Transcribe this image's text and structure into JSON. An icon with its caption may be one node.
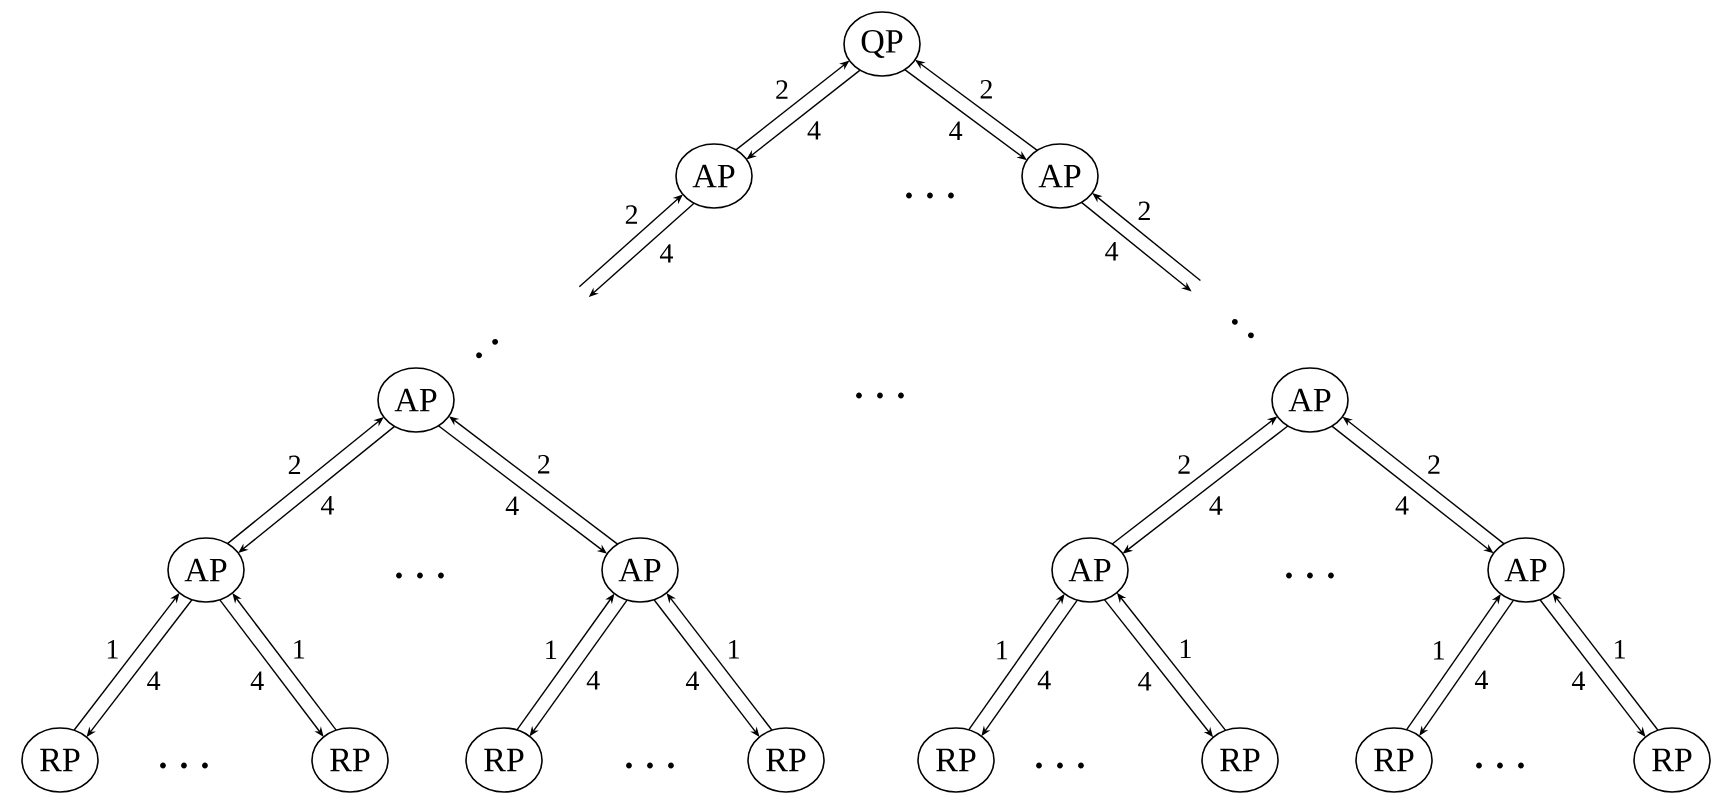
{
  "diagram": {
    "nodes": [
      {
        "text": [
          "QP"
        ]
      },
      {
        "text": [
          "AP"
        ]
      },
      {
        "text": [
          "AP"
        ]
      },
      {
        "text": [
          "AP"
        ]
      },
      {
        "text": [
          "AP"
        ]
      },
      {
        "text": [
          "AP"
        ]
      },
      {
        "text": [
          "AP"
        ]
      },
      {
        "text": [
          "AP"
        ]
      },
      {
        "text": [
          "AP"
        ]
      },
      {
        "text": [
          "RP"
        ]
      },
      {
        "text": [
          "RP"
        ]
      },
      {
        "text": [
          "RP"
        ]
      },
      {
        "text": [
          "RP"
        ]
      },
      {
        "text": [
          "RP"
        ]
      },
      {
        "text": [
          "RP"
        ]
      },
      {
        "text": [
          "RP"
        ]
      },
      {
        "text": [
          "RP"
        ]
      }
    ],
    "edges": [
      {
        "from": 1,
        "to": 0,
        "arrow": "to",
        "label": "2"
      },
      {
        "from": 0,
        "to": 1,
        "arrow": "to",
        "label": "4"
      },
      {
        "from": 2,
        "to": 0,
        "arrow": "to",
        "label": "2"
      },
      {
        "from": 0,
        "to": 2,
        "arrow": "to",
        "label": "4"
      },
      {
        "from": null,
        "to": 1,
        "arrow": "to",
        "label": "2"
      },
      {
        "from": 1,
        "to": null,
        "arrow": "to",
        "label": "4"
      },
      {
        "from": null,
        "to": 2,
        "arrow": "to",
        "label": "2"
      },
      {
        "from": 2,
        "to": null,
        "arrow": "to",
        "label": "4"
      },
      {
        "from": 5,
        "to": 3,
        "arrow": "to",
        "label": "2"
      },
      {
        "from": 3,
        "to": 5,
        "arrow": "to",
        "label": "4"
      },
      {
        "from": 6,
        "to": 3,
        "arrow": "to",
        "label": "2"
      },
      {
        "from": 3,
        "to": 6,
        "arrow": "to",
        "label": "4"
      },
      {
        "from": 7,
        "to": 4,
        "arrow": "to",
        "label": "2"
      },
      {
        "from": 4,
        "to": 7,
        "arrow": "to",
        "label": "4"
      },
      {
        "from": 8,
        "to": 4,
        "arrow": "to",
        "label": "2"
      },
      {
        "from": 4,
        "to": 8,
        "arrow": "to",
        "label": "4"
      },
      {
        "from": 9,
        "to": 5,
        "arrow": "to",
        "label": "1"
      },
      {
        "from": 5,
        "to": 9,
        "arrow": "to",
        "label": "4"
      },
      {
        "from": 10,
        "to": 5,
        "arrow": "to",
        "label": "1"
      },
      {
        "from": 5,
        "to": 10,
        "arrow": "to",
        "label": "4"
      },
      {
        "from": 11,
        "to": 6,
        "arrow": "to",
        "label": "1"
      },
      {
        "from": 6,
        "to": 11,
        "arrow": "to",
        "label": "4"
      },
      {
        "from": 12,
        "to": 6,
        "arrow": "to",
        "label": "1"
      },
      {
        "from": 6,
        "to": 12,
        "arrow": "to",
        "label": "4"
      },
      {
        "from": 13,
        "to": 7,
        "arrow": "to",
        "label": "1"
      },
      {
        "from": 7,
        "to": 13,
        "arrow": "to",
        "label": "4"
      },
      {
        "from": 14,
        "to": 7,
        "arrow": "to",
        "label": "1"
      },
      {
        "from": 7,
        "to": 14,
        "arrow": "to",
        "label": "4"
      },
      {
        "from": 15,
        "to": 8,
        "arrow": "to",
        "label": "1"
      },
      {
        "from": 8,
        "to": 15,
        "arrow": "to",
        "label": "4"
      },
      {
        "from": 16,
        "to": 8,
        "arrow": "to",
        "label": "1"
      },
      {
        "from": 8,
        "to": 16,
        "arrow": "to",
        "label": "4"
      }
    ],
    "labels": [
      "· · ·",
      "· ·",
      "· ·",
      "· · ·",
      "· · ·",
      "· · ·",
      "· · ·",
      "· · ·",
      "· · ·",
      "· · ·"
    ]
  }
}
